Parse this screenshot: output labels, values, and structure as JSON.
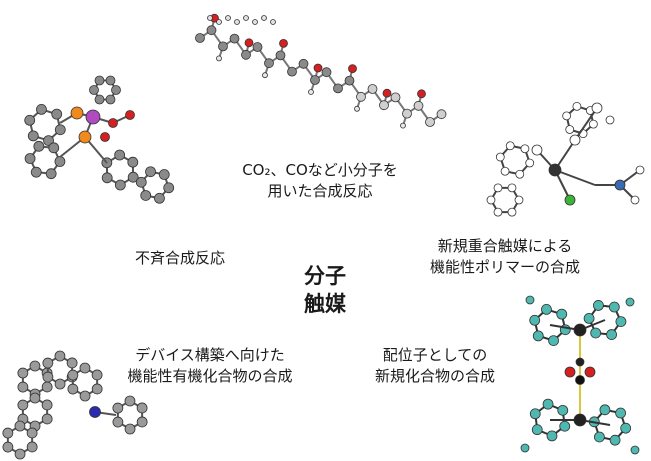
{
  "center": {
    "line1": "分子",
    "line2": "触媒"
  },
  "topics": {
    "small_molecule": {
      "line1": "CO₂、COなど小分子を",
      "line2": "用いた合成反応"
    },
    "asymmetric": {
      "line1": "不斉合成反応"
    },
    "polymer": {
      "line1": "新規重合触媒による",
      "line2": "機能性ポリマーの合成"
    },
    "device": {
      "line1": "デバイス構築へ向けた",
      "line2": "機能性有機化合物の合成"
    },
    "ligand": {
      "line1": "配位子としての",
      "line2": "新規化合物の合成"
    }
  },
  "colors": {
    "carbon": "#8a8a8a",
    "phosphorus": "#f08a1c",
    "metal": "#b04ac0",
    "oxygen": "#d42020",
    "nitrogen": "#2a2ab0",
    "chlorine": "#3cb43c",
    "ligand_carbon": "#4fb8b0",
    "bond_yellow": "#d8c83c"
  }
}
